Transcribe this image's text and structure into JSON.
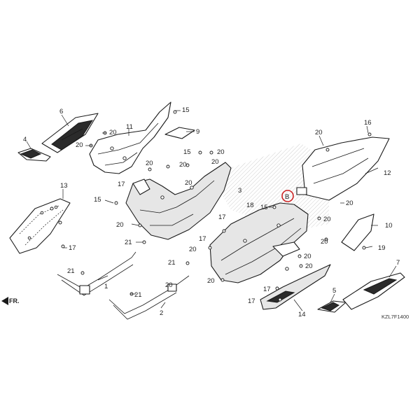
{
  "diagram": {
    "front_marker": "FR.",
    "highlight_reference": "B",
    "drawing_code": "KZL7F1400",
    "callout_numbers": [
      "1",
      "2",
      "4",
      "5",
      "6",
      "7",
      "9",
      "10",
      "11",
      "12",
      "13",
      "14",
      "15",
      "16",
      "17",
      "18",
      "19",
      "20",
      "21"
    ]
  },
  "colors": {
    "line": "#1a1a1a",
    "highlight_ring": "#cc2222",
    "hatch": "#c9c9c9",
    "dark_panel": "#2b2b2b"
  },
  "labels": {
    "c6": "6",
    "c4": "4",
    "c11": "11",
    "c20a": "20",
    "c20b": "20",
    "c15a": "15",
    "c9": "9",
    "c20c": "20",
    "c16": "16",
    "c12": "12",
    "c20d": "20",
    "c15b": "15",
    "c20e": "20",
    "c20f": "20",
    "c20g": "20",
    "c20h": "20",
    "c3": "3",
    "c13": "13",
    "c17a": "17",
    "c15c": "15",
    "c20i": "20",
    "c20j": "20",
    "c21a": "21",
    "c17b": "17",
    "c18": "18",
    "c15d": "15",
    "c20k": "20",
    "c20l": "20",
    "c20m": "20",
    "c20n": "20",
    "c10": "10",
    "c17c": "17",
    "c17d": "17",
    "c19": "19",
    "c21b": "21",
    "c1": "1",
    "c21c": "21",
    "c20o": "20",
    "c20p": "20",
    "c20q": "20",
    "c21d": "21",
    "c2": "2",
    "c17e": "17",
    "c17f": "17",
    "c7": "7",
    "c5": "5",
    "c14": "14",
    "c20r": "20",
    "c20s": "20"
  }
}
